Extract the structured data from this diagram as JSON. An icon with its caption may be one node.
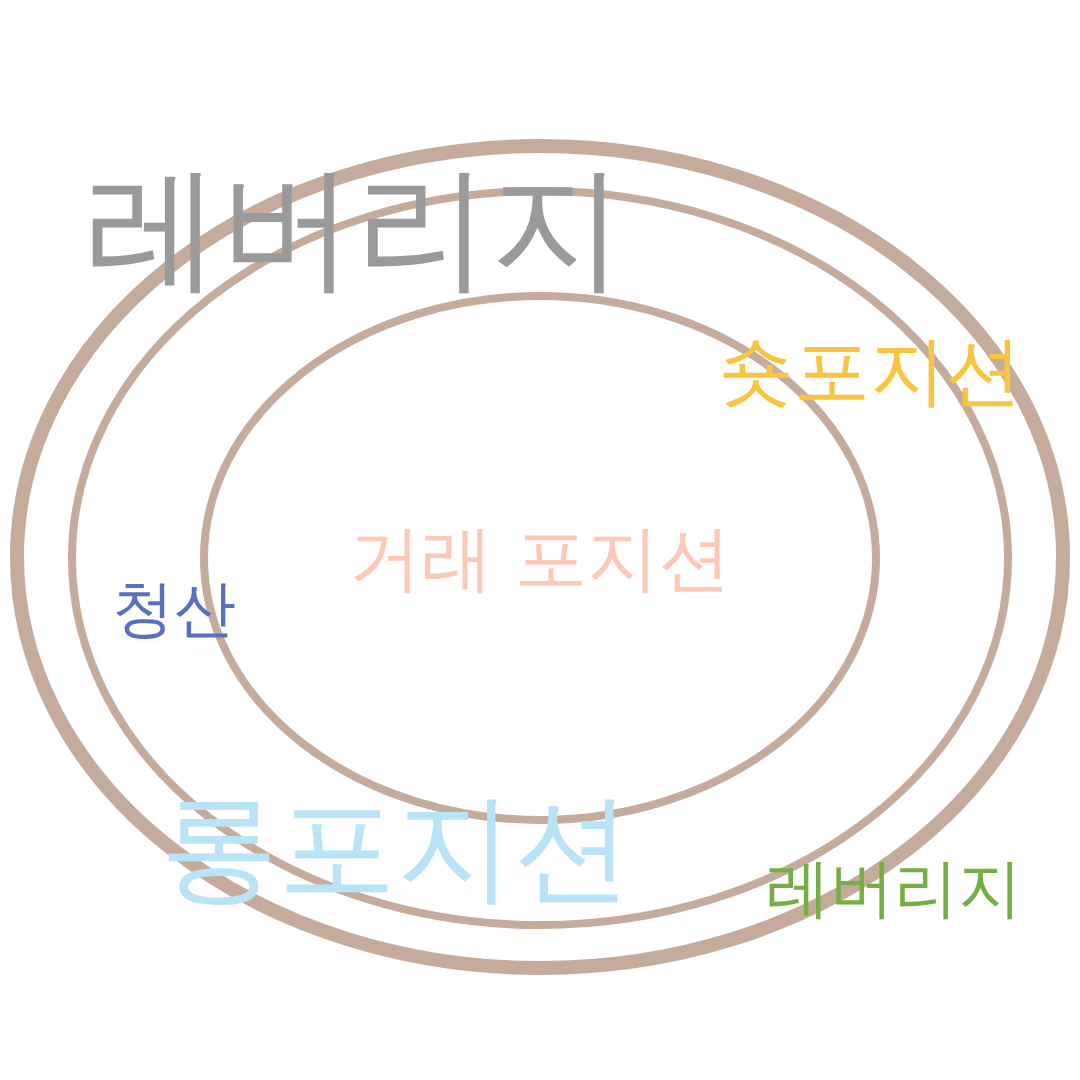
{
  "diagram": {
    "nodes": [
      {
        "text": [],
        "shape": "ellipse"
      },
      {
        "text": [],
        "shape": "ellipse",
        "in": 0
      },
      {
        "text": [
          "거래 포지션"
        ],
        "in": 1
      }
    ],
    "labels": [
      "레버리지",
      "숏포지션",
      "청산",
      "롱포지션",
      "레버리지"
    ]
  }
}
